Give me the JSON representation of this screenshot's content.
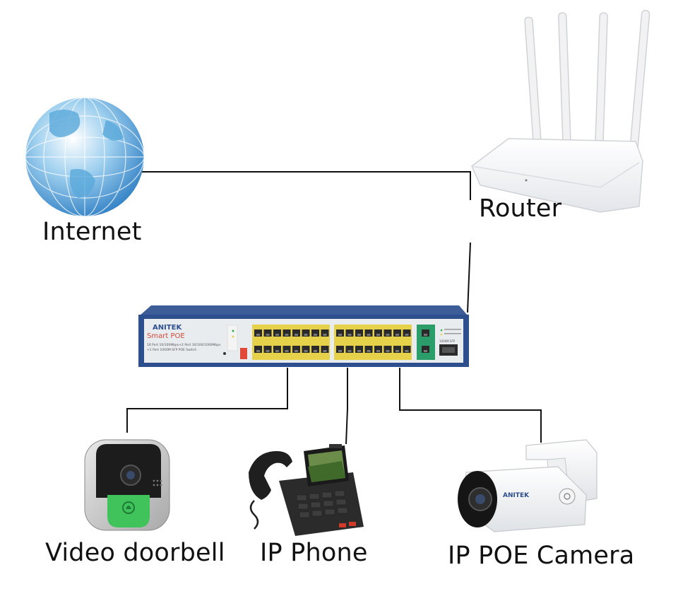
{
  "nodes": {
    "internet": {
      "label": "Internet"
    },
    "router": {
      "label": "Router"
    },
    "switch": {
      "brand": "ANITEK",
      "model": "Smart POE",
      "description_line1": "16 Port 10/100Mbps+2 Port 10/100/1000Mbps",
      "description_line2": "+1 Port 1000M SFP POE Switch",
      "sfp_label": "1000M SFP"
    },
    "doorbell": {
      "label": "Video doorbell"
    },
    "phone": {
      "label": "IP Phone"
    },
    "camera": {
      "label": "IP POE Camera",
      "brand": "ANITEK"
    }
  },
  "colors": {
    "line": "#111111",
    "switch_body": "#2e4f8e",
    "switch_face": "#e9ecef",
    "port_highlight": "#e6d24a",
    "uplink_highlight": "#2a9d6b",
    "doorbell_green": "#3fc35a",
    "globe_blue": "#4a9fd6"
  }
}
